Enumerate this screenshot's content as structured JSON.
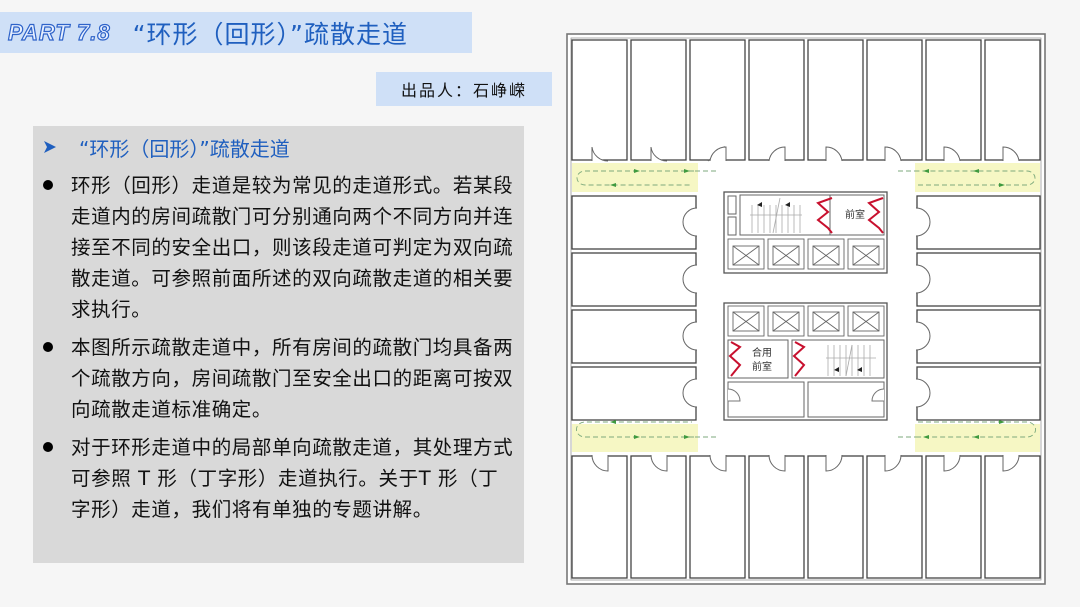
{
  "header": {
    "part_label": "PART 7.8",
    "title": "“环形（回形）”疏散走道",
    "author": "出品人：石峥嵘"
  },
  "panel": {
    "heading_icon": "arrow-bullet-icon",
    "heading": "“环形（回形）”疏散走道",
    "bullets": [
      {
        "text": "环形（回形）走道是较为常见的走道形式。若某段走道内的房间疏散门可分别通向两个不同方向并连接至不同的安全出口，则该段走道可判定为双向疏散走道。可参照前面所述的双向疏散走道的相关要求执行。"
      },
      {
        "text": "本图所示疏散走道中，所有房间的疏散门均具备两个疏散方向，房间疏散门至安全出口的距离可按双向疏散走道标准确定。"
      },
      {
        "text": "对于环形走道中的局部单向疏散走道，其处理方式可参照 T 形（丁字形）走道执行。关于T 形（丁字形）走道，我们将有单独的专题讲解。"
      }
    ]
  },
  "floor_plan": {
    "labels": {
      "upper_core_lobby": "前室",
      "lower_core_lobby_line1": "合用",
      "lower_core_lobby_line2": "前室"
    },
    "colors": {
      "accent_title": "#1f5fbf",
      "title_bg": "#cfe0f7",
      "panel_bg": "#d9d9d9",
      "corridor_highlight": "#f6f7c4",
      "fire_door": "#c8102e",
      "evac_arrow": "#3f9a3f"
    }
  }
}
